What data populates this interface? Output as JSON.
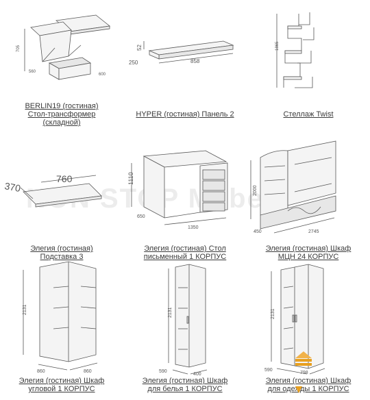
{
  "watermark": "NON STOP Mebel",
  "colors": {
    "caption": "#3a3a3a",
    "line": "#555555",
    "accent": "#e8a020"
  },
  "products": [
    {
      "id": "berlin19",
      "lines": [
        "BERLIN19 (гостиная)",
        "Стол-трансформер",
        "(складной)"
      ],
      "dims": [
        "705",
        "600",
        "560"
      ]
    },
    {
      "id": "hyper",
      "lines": [
        "HYPER (гостиная) Панель 2"
      ],
      "dims": [
        "52",
        "250",
        "858"
      ]
    },
    {
      "id": "twist",
      "lines": [
        "Стеллаж Twist"
      ],
      "dims": [
        "1865"
      ]
    },
    {
      "id": "stand3",
      "lines": [
        "Элегия (гостиная)",
        "Подставка 3"
      ],
      "dims": [
        "370",
        "760"
      ]
    },
    {
      "id": "desk",
      "lines": [
        "Элегия (гостиная) Стол",
        "письменный 1 КОРПУС"
      ],
      "dims": [
        "1110",
        "1350",
        "650"
      ]
    },
    {
      "id": "wall24",
      "lines": [
        "Элегия (гостиная) Шкаф",
        "МЦН 24 КОРПУС"
      ],
      "dims": [
        "2000",
        "2745",
        "450"
      ]
    },
    {
      "id": "corner",
      "lines": [
        "Элегия (гостиная) Шкаф",
        "угловой 1 КОРПУС"
      ],
      "dims": [
        "2131",
        "860",
        "860"
      ]
    },
    {
      "id": "linen",
      "lines": [
        "Элегия (гостиная) Шкаф",
        "для белья 1 КОРПУС"
      ],
      "dims": [
        "2131",
        "590",
        "400"
      ]
    },
    {
      "id": "clothes",
      "lines": [
        "Элегия (гостиная) Шкаф",
        "для одежды 1 КОРПУС"
      ],
      "dims": [
        "2131",
        "590",
        "798"
      ]
    }
  ]
}
